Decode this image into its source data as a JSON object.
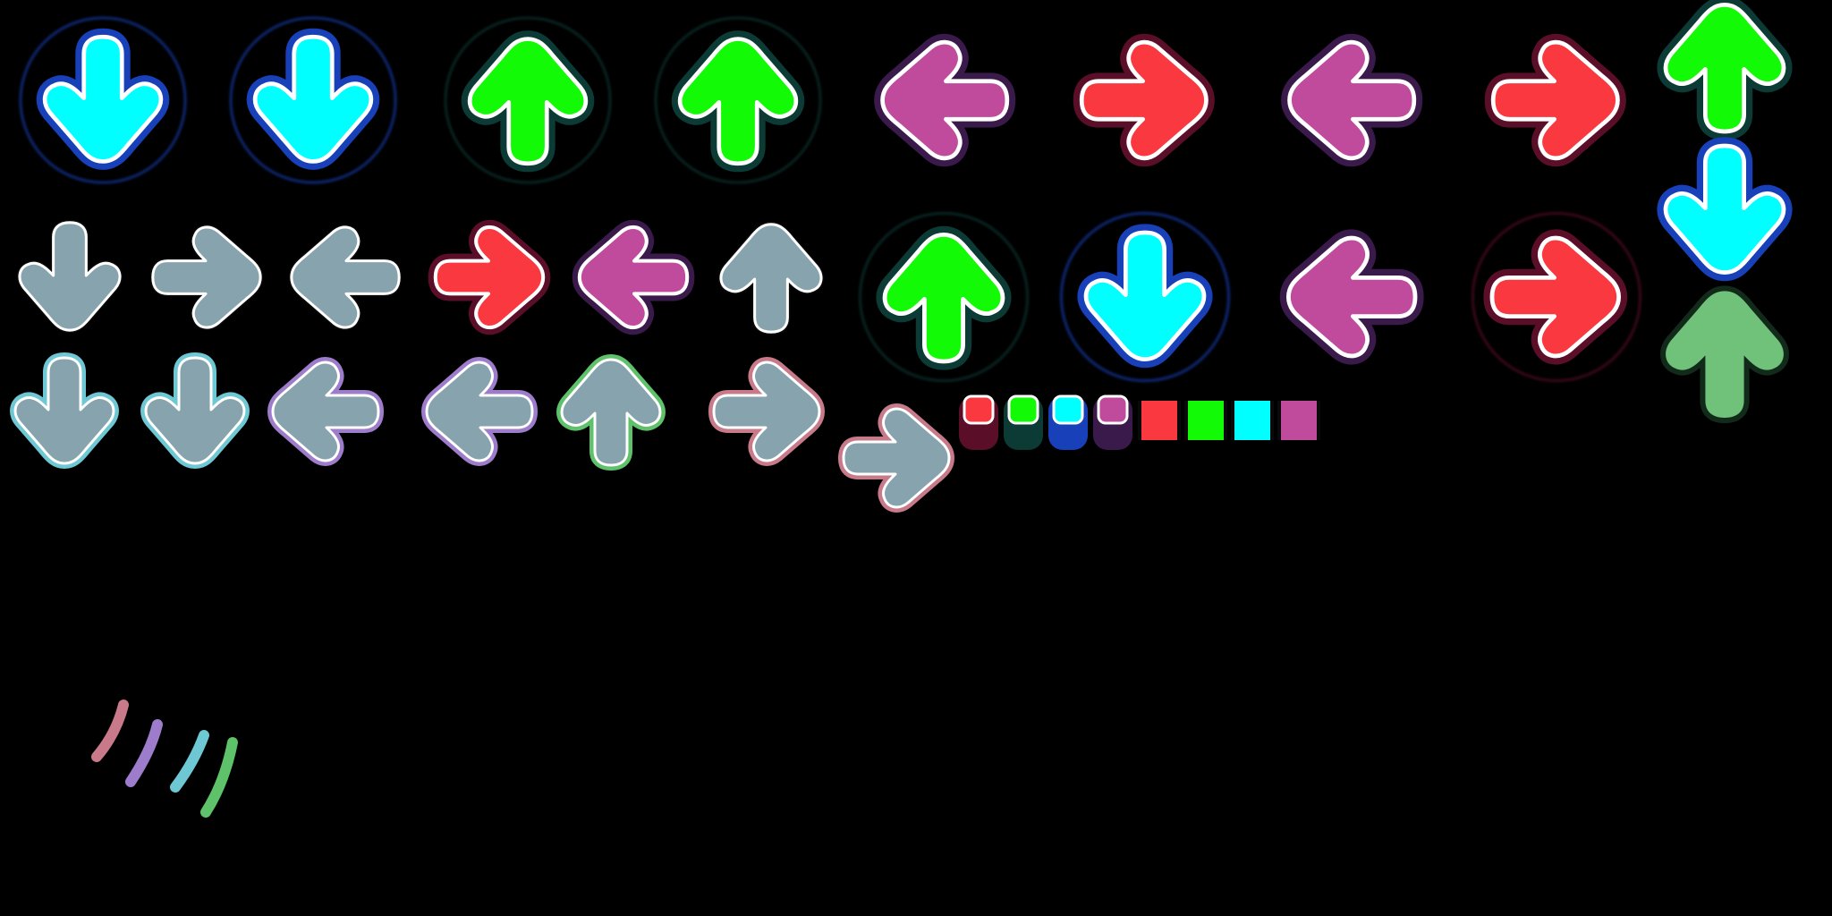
{
  "sheet": {
    "background": "#000000",
    "palette": {
      "left": {
        "fill": "#c04a9c",
        "dark": "#3a1a4a"
      },
      "down": {
        "fill": "#00ffff",
        "dark": "#1840b8"
      },
      "up": {
        "fill": "#12fa05",
        "dark": "#0c3a34"
      },
      "right": {
        "fill": "#f9393f",
        "dark": "#5a0e28"
      },
      "gray": "#87a3ad",
      "pale_green": "#70c27a",
      "outline_left": "#9e7ccc",
      "outline_down": "#6ec8d4",
      "outline_up": "#5ec26a",
      "outline_right": "#c87a8a"
    },
    "rows": [
      {
        "name": "confirm-row",
        "sprites": [
          {
            "dir": "down",
            "style": "color",
            "glow": true
          },
          {
            "dir": "down",
            "style": "color",
            "glow": true
          },
          {
            "dir": "up",
            "style": "color",
            "glow": true
          },
          {
            "dir": "up",
            "style": "color",
            "glow": true
          },
          {
            "dir": "left",
            "style": "color"
          },
          {
            "dir": "right",
            "style": "color"
          },
          {
            "dir": "left",
            "style": "color"
          },
          {
            "dir": "right",
            "style": "color"
          }
        ]
      },
      {
        "name": "static-row",
        "sprites": [
          {
            "dir": "down",
            "style": "gray"
          },
          {
            "dir": "right",
            "style": "gray"
          },
          {
            "dir": "left",
            "style": "gray"
          },
          {
            "dir": "right",
            "style": "color"
          },
          {
            "dir": "left",
            "style": "color"
          },
          {
            "dir": "up",
            "style": "gray"
          },
          {
            "dir": "up",
            "style": "color",
            "glow": true
          },
          {
            "dir": "down",
            "style": "color",
            "glow": true
          },
          {
            "dir": "left",
            "style": "color"
          },
          {
            "dir": "right",
            "style": "color",
            "glow": true
          }
        ]
      },
      {
        "name": "pressed-row",
        "sprites": [
          {
            "dir": "down",
            "style": "press"
          },
          {
            "dir": "down",
            "style": "press"
          },
          {
            "dir": "left",
            "style": "press"
          },
          {
            "dir": "left",
            "style": "press"
          },
          {
            "dir": "up",
            "style": "press"
          },
          {
            "dir": "right",
            "style": "press"
          },
          {
            "dir": "right",
            "style": "press"
          }
        ]
      }
    ],
    "side_column": [
      {
        "dir": "up",
        "style": "color"
      },
      {
        "dir": "down",
        "style": "color"
      },
      {
        "dir": "up",
        "style": "pale"
      }
    ],
    "hold_caps": [
      "right",
      "up",
      "down",
      "left"
    ],
    "hold_pieces": [
      "right",
      "up",
      "down",
      "left"
    ],
    "strokes": [
      "#c87a8a",
      "#9e7ccc",
      "#6ec8d4",
      "#5ec26a"
    ]
  }
}
